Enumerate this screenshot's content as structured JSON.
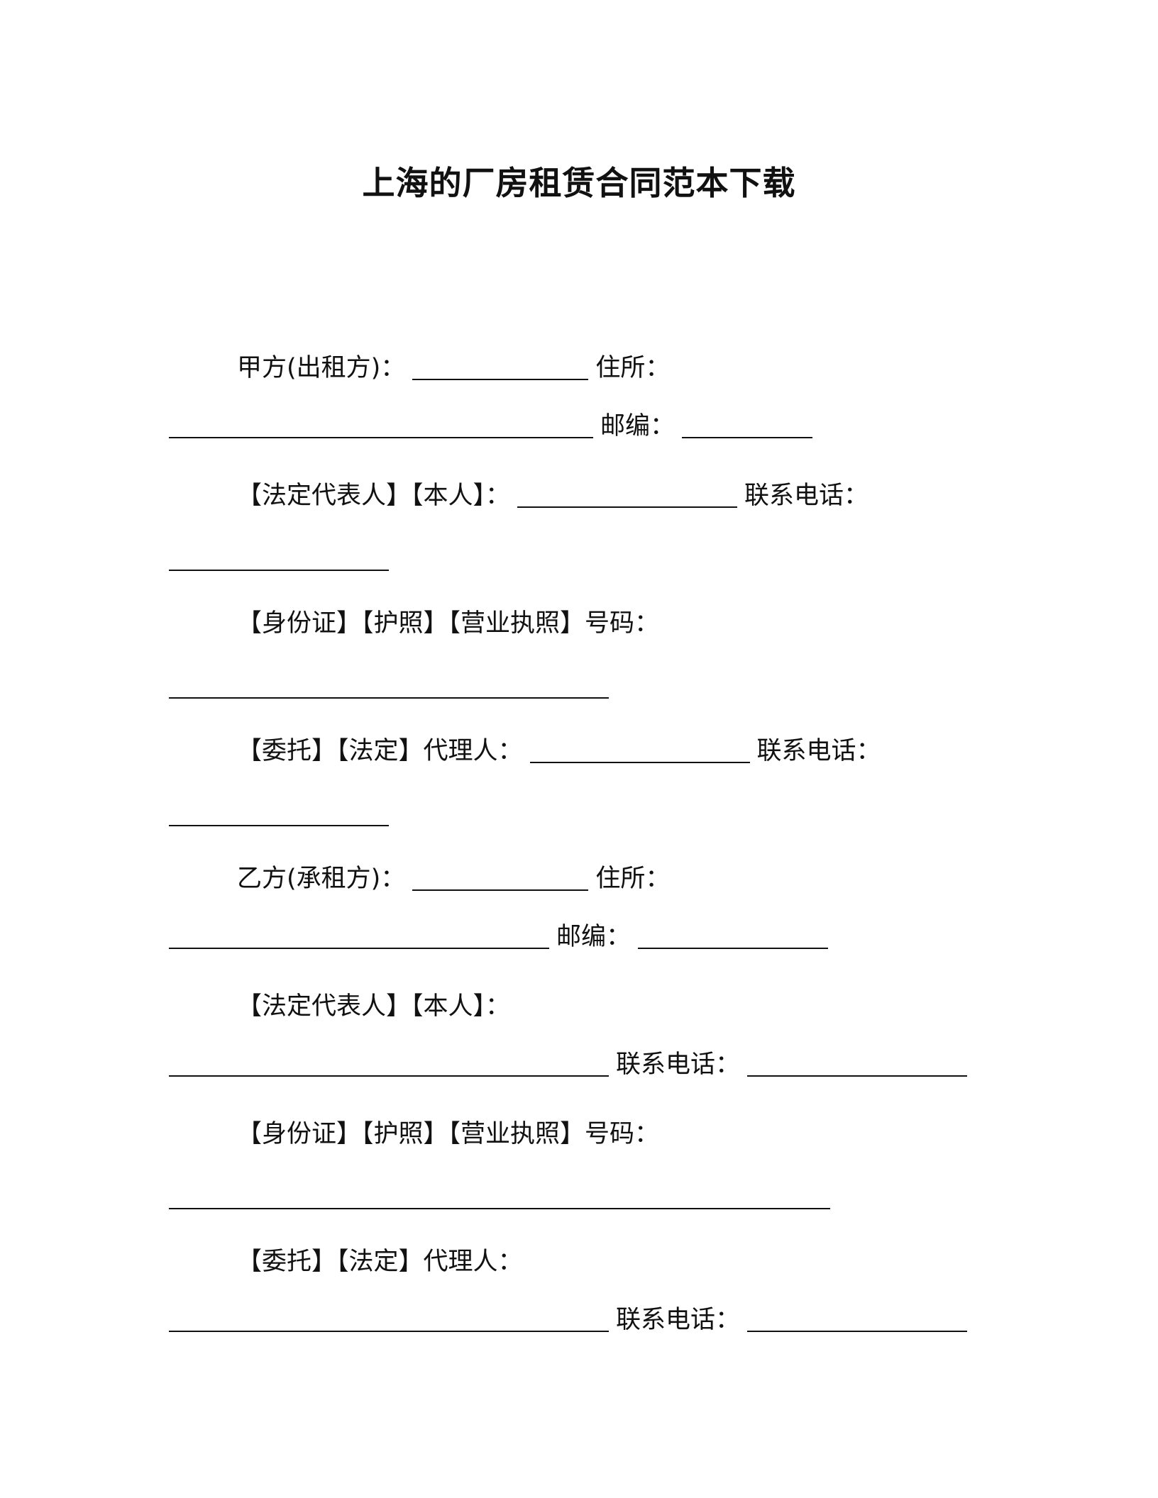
{
  "title": "上海的厂房租赁合同范本下载",
  "party_a": {
    "name_label": "甲方(出租方)：",
    "address_label": "住所：",
    "postcode_label": "邮编：",
    "rep_label": "【法定代表人】【本人】：",
    "phone_label": "联系电话：",
    "id_label": "【身份证】【护照】【营业执照】号码：",
    "agent_label": "【委托】【法定】代理人：",
    "agent_phone_label": "联系电话："
  },
  "party_b": {
    "name_label": "乙方(承租方)：",
    "address_label": "住所：",
    "postcode_label": "邮编：",
    "rep_label": "【法定代表人】【本人】：",
    "phone_label": "联系电话：",
    "id_label": "【身份证】【护照】【营业执照】号码：",
    "agent_label": "【委托】【法定】代理人：",
    "agent_phone_label": "联系电话："
  }
}
